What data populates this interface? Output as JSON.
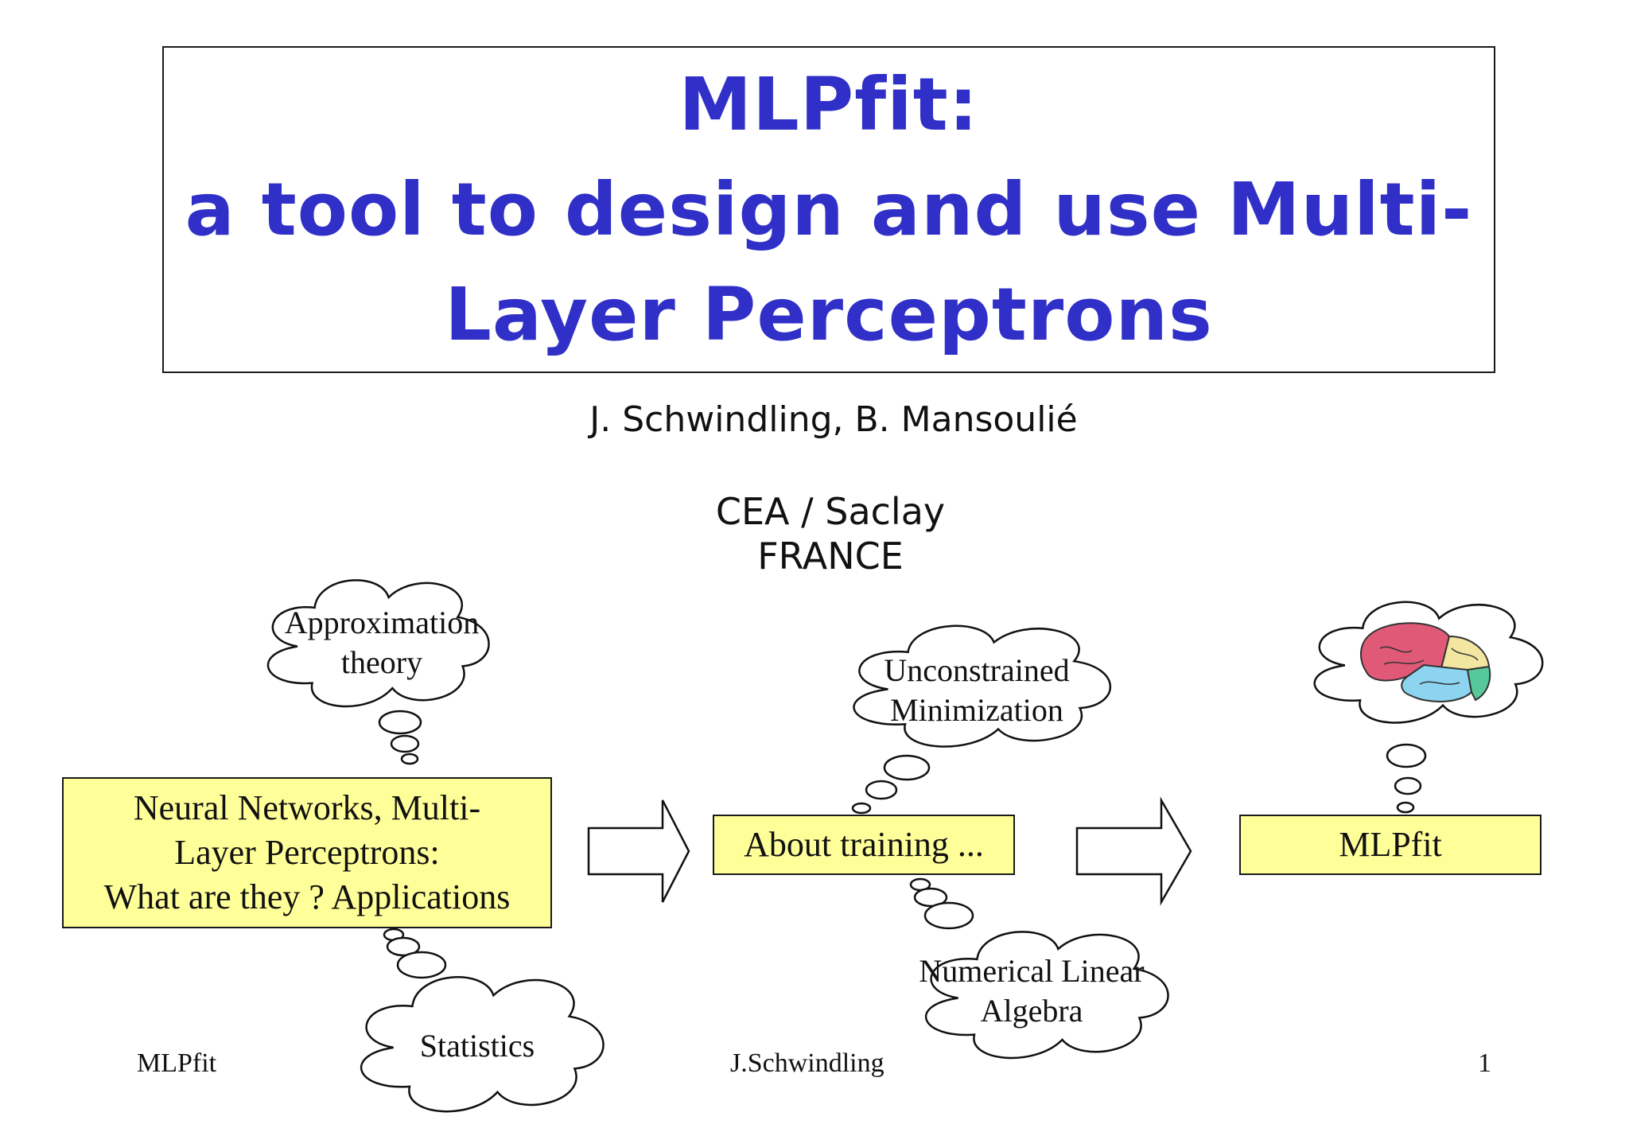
{
  "title": {
    "line1": "MLPfit:",
    "line2": "a tool to design and use Multi-",
    "line3": "Layer Perceptrons"
  },
  "authors": "J. Schwindling, B. Mansoulié",
  "affiliation": {
    "line1": "CEA / Saclay",
    "line2": "FRANCE"
  },
  "boxes": {
    "neural_networks": {
      "line1": "Neural Networks, Multi-",
      "line2": "Layer Perceptrons:",
      "line3": "What are they ? Applications"
    },
    "about_training": "About training ...",
    "mlpfit": "MLPfit"
  },
  "clouds": {
    "approximation": {
      "line1": "Approximation",
      "line2": "theory"
    },
    "statistics": "Statistics",
    "unconstrained": {
      "line1": "Unconstrained",
      "line2": "Minimization"
    },
    "numerical": {
      "line1": "Numerical Linear",
      "line2": "Algebra"
    },
    "brain": "brain-icon"
  },
  "footer": {
    "left": "MLPfit",
    "center": "J.Schwindling",
    "page": "1"
  },
  "colors": {
    "title": "#3030c8",
    "box_fill": "#ffff99"
  }
}
